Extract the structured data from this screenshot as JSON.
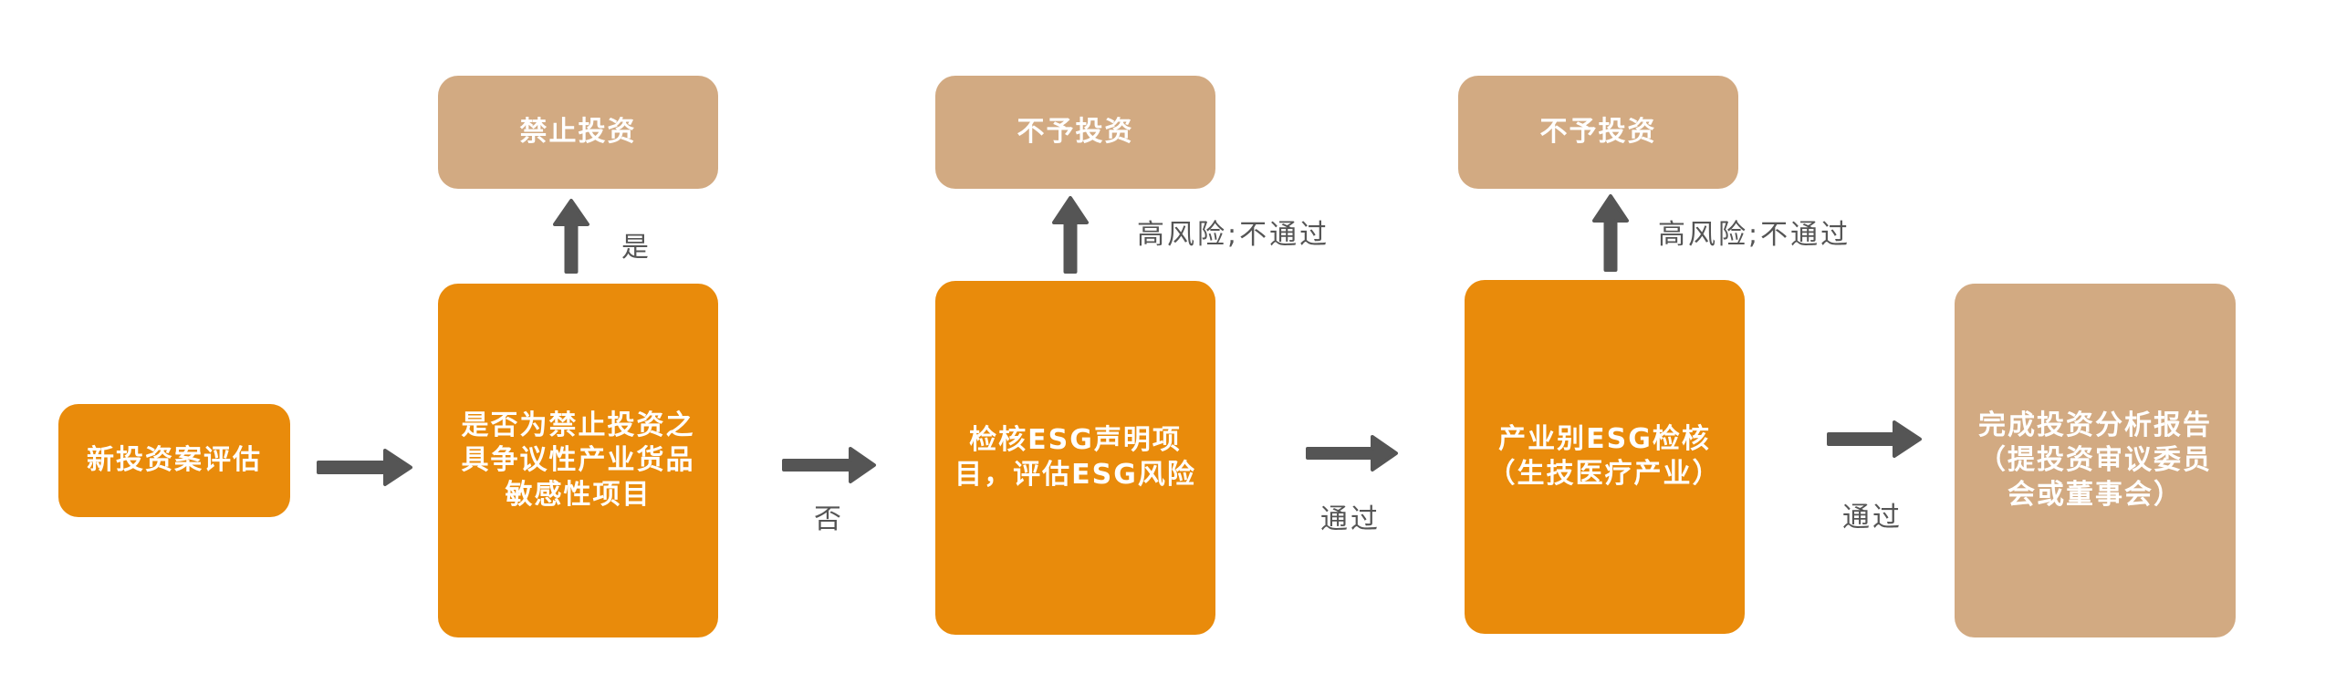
{
  "diagram": {
    "type": "flowchart",
    "colors": {
      "process": "#E98B0B",
      "terminal": "#D2AA82",
      "arrow": "#555555",
      "node_text": "#FFFFFF",
      "edge_label_text": "#555555"
    },
    "nodes": {
      "start": {
        "label": "新投资案评估"
      },
      "check_prohibited": {
        "label": "是否为禁止投资之\n具争议性产业货品\n敏感性项目"
      },
      "prohibited": {
        "label": "禁止投资"
      },
      "check_esg": {
        "label": "检核ESG声明项\n目，评估ESG风险"
      },
      "reject_1": {
        "label": "不予投资"
      },
      "industry_esg": {
        "label": "产业别ESG检核\n（生技医疗产业）"
      },
      "reject_2": {
        "label": "不予投资"
      },
      "report": {
        "label": "完成投资分析报告\n（提投资审议委员\n会或董事会）"
      }
    },
    "edges": {
      "start_to_check": {
        "label": ""
      },
      "check_to_prohibited": {
        "label": "是"
      },
      "check_to_esg": {
        "label": "否"
      },
      "esg_to_reject": {
        "label": "高风险;不通过"
      },
      "esg_to_industry": {
        "label": "通过"
      },
      "industry_to_reject": {
        "label": "高风险;不通过"
      },
      "industry_to_report": {
        "label": "通过"
      }
    }
  }
}
